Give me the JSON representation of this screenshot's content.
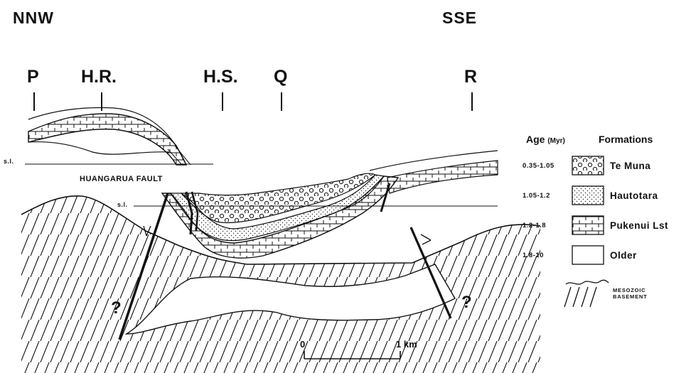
{
  "orientation": {
    "left": "NNW",
    "right": "SSE"
  },
  "stations": [
    "P",
    "H.R.",
    "H.S.",
    "Q",
    "R"
  ],
  "labels": {
    "sea_level_upper": "s.l.",
    "sea_level_lower": "s.l.",
    "fault_name": "HUANGARUA FAULT",
    "uncertain_left": "?",
    "uncertain_right": "?"
  },
  "legend": {
    "age_header": "Age",
    "age_unit": "(Myr)",
    "formations_header": "Formations",
    "items": [
      {
        "age": "0.35-1.05",
        "name": "Te Muna",
        "pattern": "circles"
      },
      {
        "age": "1.05-1.2",
        "name": "Hautotara",
        "pattern": "stipple"
      },
      {
        "age": "1.2-1.8",
        "name": "Pukenui Lst",
        "pattern": "limestone"
      },
      {
        "age": "1.8-10",
        "name": "Older",
        "pattern": "blank"
      }
    ],
    "basement_line1": "MESOZOIC",
    "basement_line2": "BASEMENT"
  },
  "scale_bar": {
    "start": "0",
    "end": "1 km"
  },
  "colors": {
    "ink": "#111111",
    "paper": "#ffffff"
  }
}
